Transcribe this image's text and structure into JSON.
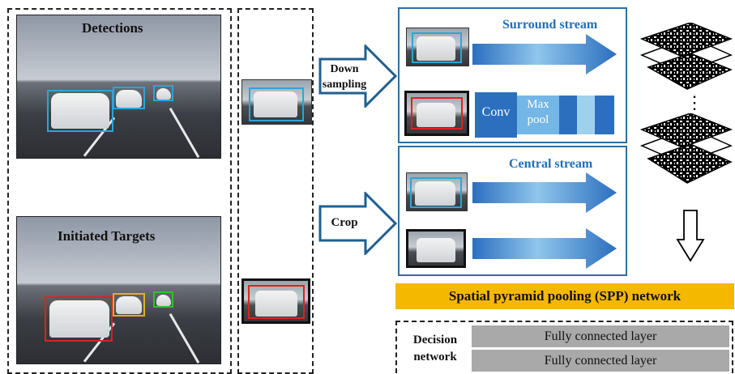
{
  "left_panel": {
    "detections_title": "Detections",
    "initiated_title": "Initiated Targets"
  },
  "arrows": {
    "down_sampling": "Down\nsampling",
    "crop": "Crop"
  },
  "surround_stream": {
    "title": "Surround stream",
    "conv_label": "Conv",
    "maxpool_label": "Max\npool"
  },
  "central_stream": {
    "title": "Central stream"
  },
  "spp": {
    "label": "Spatial pyramid pooling (SPP) network"
  },
  "decision": {
    "label": "Decision\nnetwork",
    "layers": [
      "Fully connected layer",
      "Fully connected layer"
    ]
  },
  "feature_maps": {
    "ellipsis": "⋮"
  },
  "colors": {
    "stream_blue": "#2b6fbe",
    "stream_light": "#9fd0ee",
    "spp_orange": "#f5b800",
    "box_border": "#2f6f9f",
    "detection_box": "#2aa6d6",
    "target_red": "#e02020",
    "target_yellow": "#e0b020",
    "target_green": "#30c030"
  }
}
